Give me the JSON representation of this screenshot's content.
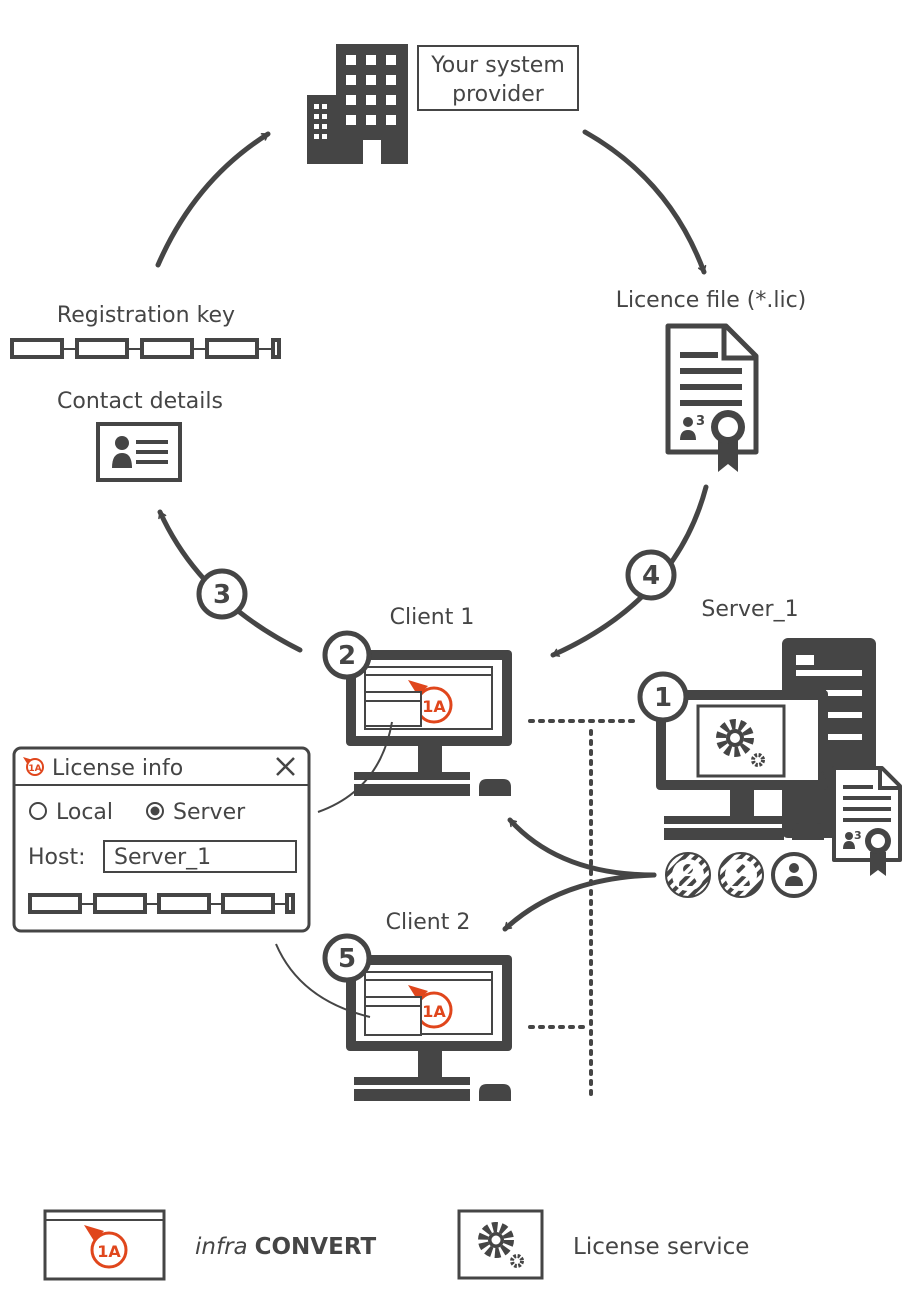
{
  "labels": {
    "provider": [
      "Your system",
      "provider"
    ],
    "licence_file": "Licence file (*.lic)",
    "registration_key": "Registration key",
    "contact_details": "Contact details",
    "client1": "Client 1",
    "client2": "Client 2",
    "server": "Server_1"
  },
  "steps": [
    "1",
    "2",
    "3",
    "4",
    "5"
  ],
  "license_dialog": {
    "title": "License info",
    "local_label": "Local",
    "server_label": "Server",
    "selected": "Server",
    "host_label": "Host:",
    "host_value": "Server_1"
  },
  "app_badge": "1A",
  "licence_seal_number": "3",
  "legend": {
    "infra_italic": "infra",
    "infra_bold": "CONVERT",
    "license_service": "License service"
  },
  "colors": {
    "dark": "#454545",
    "accent": "#e0461c",
    "background": "#ffffff"
  },
  "icons": [
    "building-icon",
    "document-icon",
    "id-card-icon",
    "computer-icon",
    "server-tower-icon",
    "gear-icon",
    "user-icon",
    "close-icon"
  ]
}
